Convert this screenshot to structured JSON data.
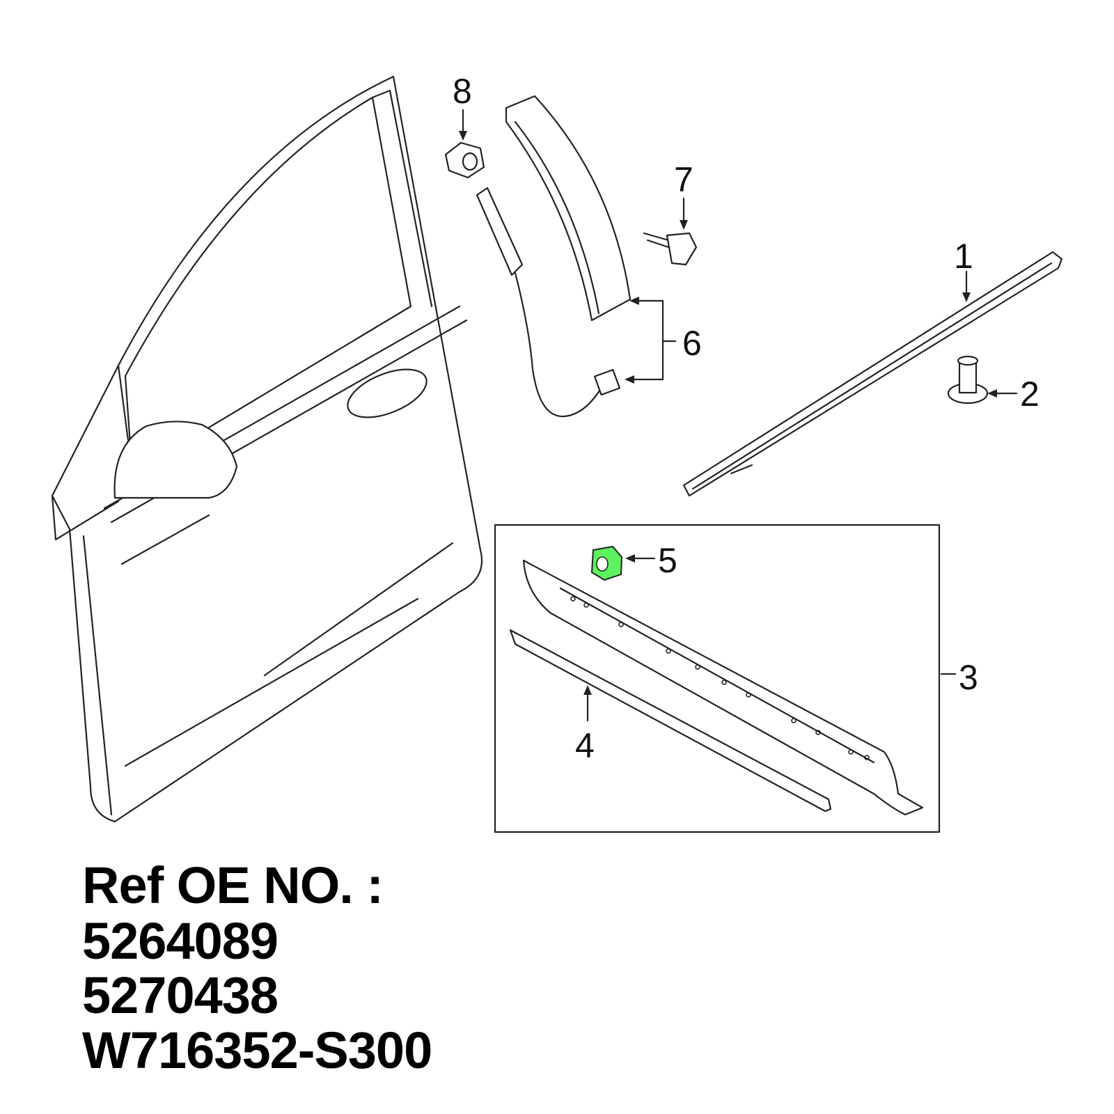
{
  "callouts": {
    "c1": "1",
    "c2": "2",
    "c3": "3",
    "c4": "4",
    "c5": "5",
    "c6": "6",
    "c7": "7",
    "c8": "8"
  },
  "highlight_color": "#5ef25e",
  "reference": {
    "heading": "Ref OE NO. :",
    "numbers": [
      "5264089",
      "5270438",
      "W716352-S300"
    ]
  }
}
